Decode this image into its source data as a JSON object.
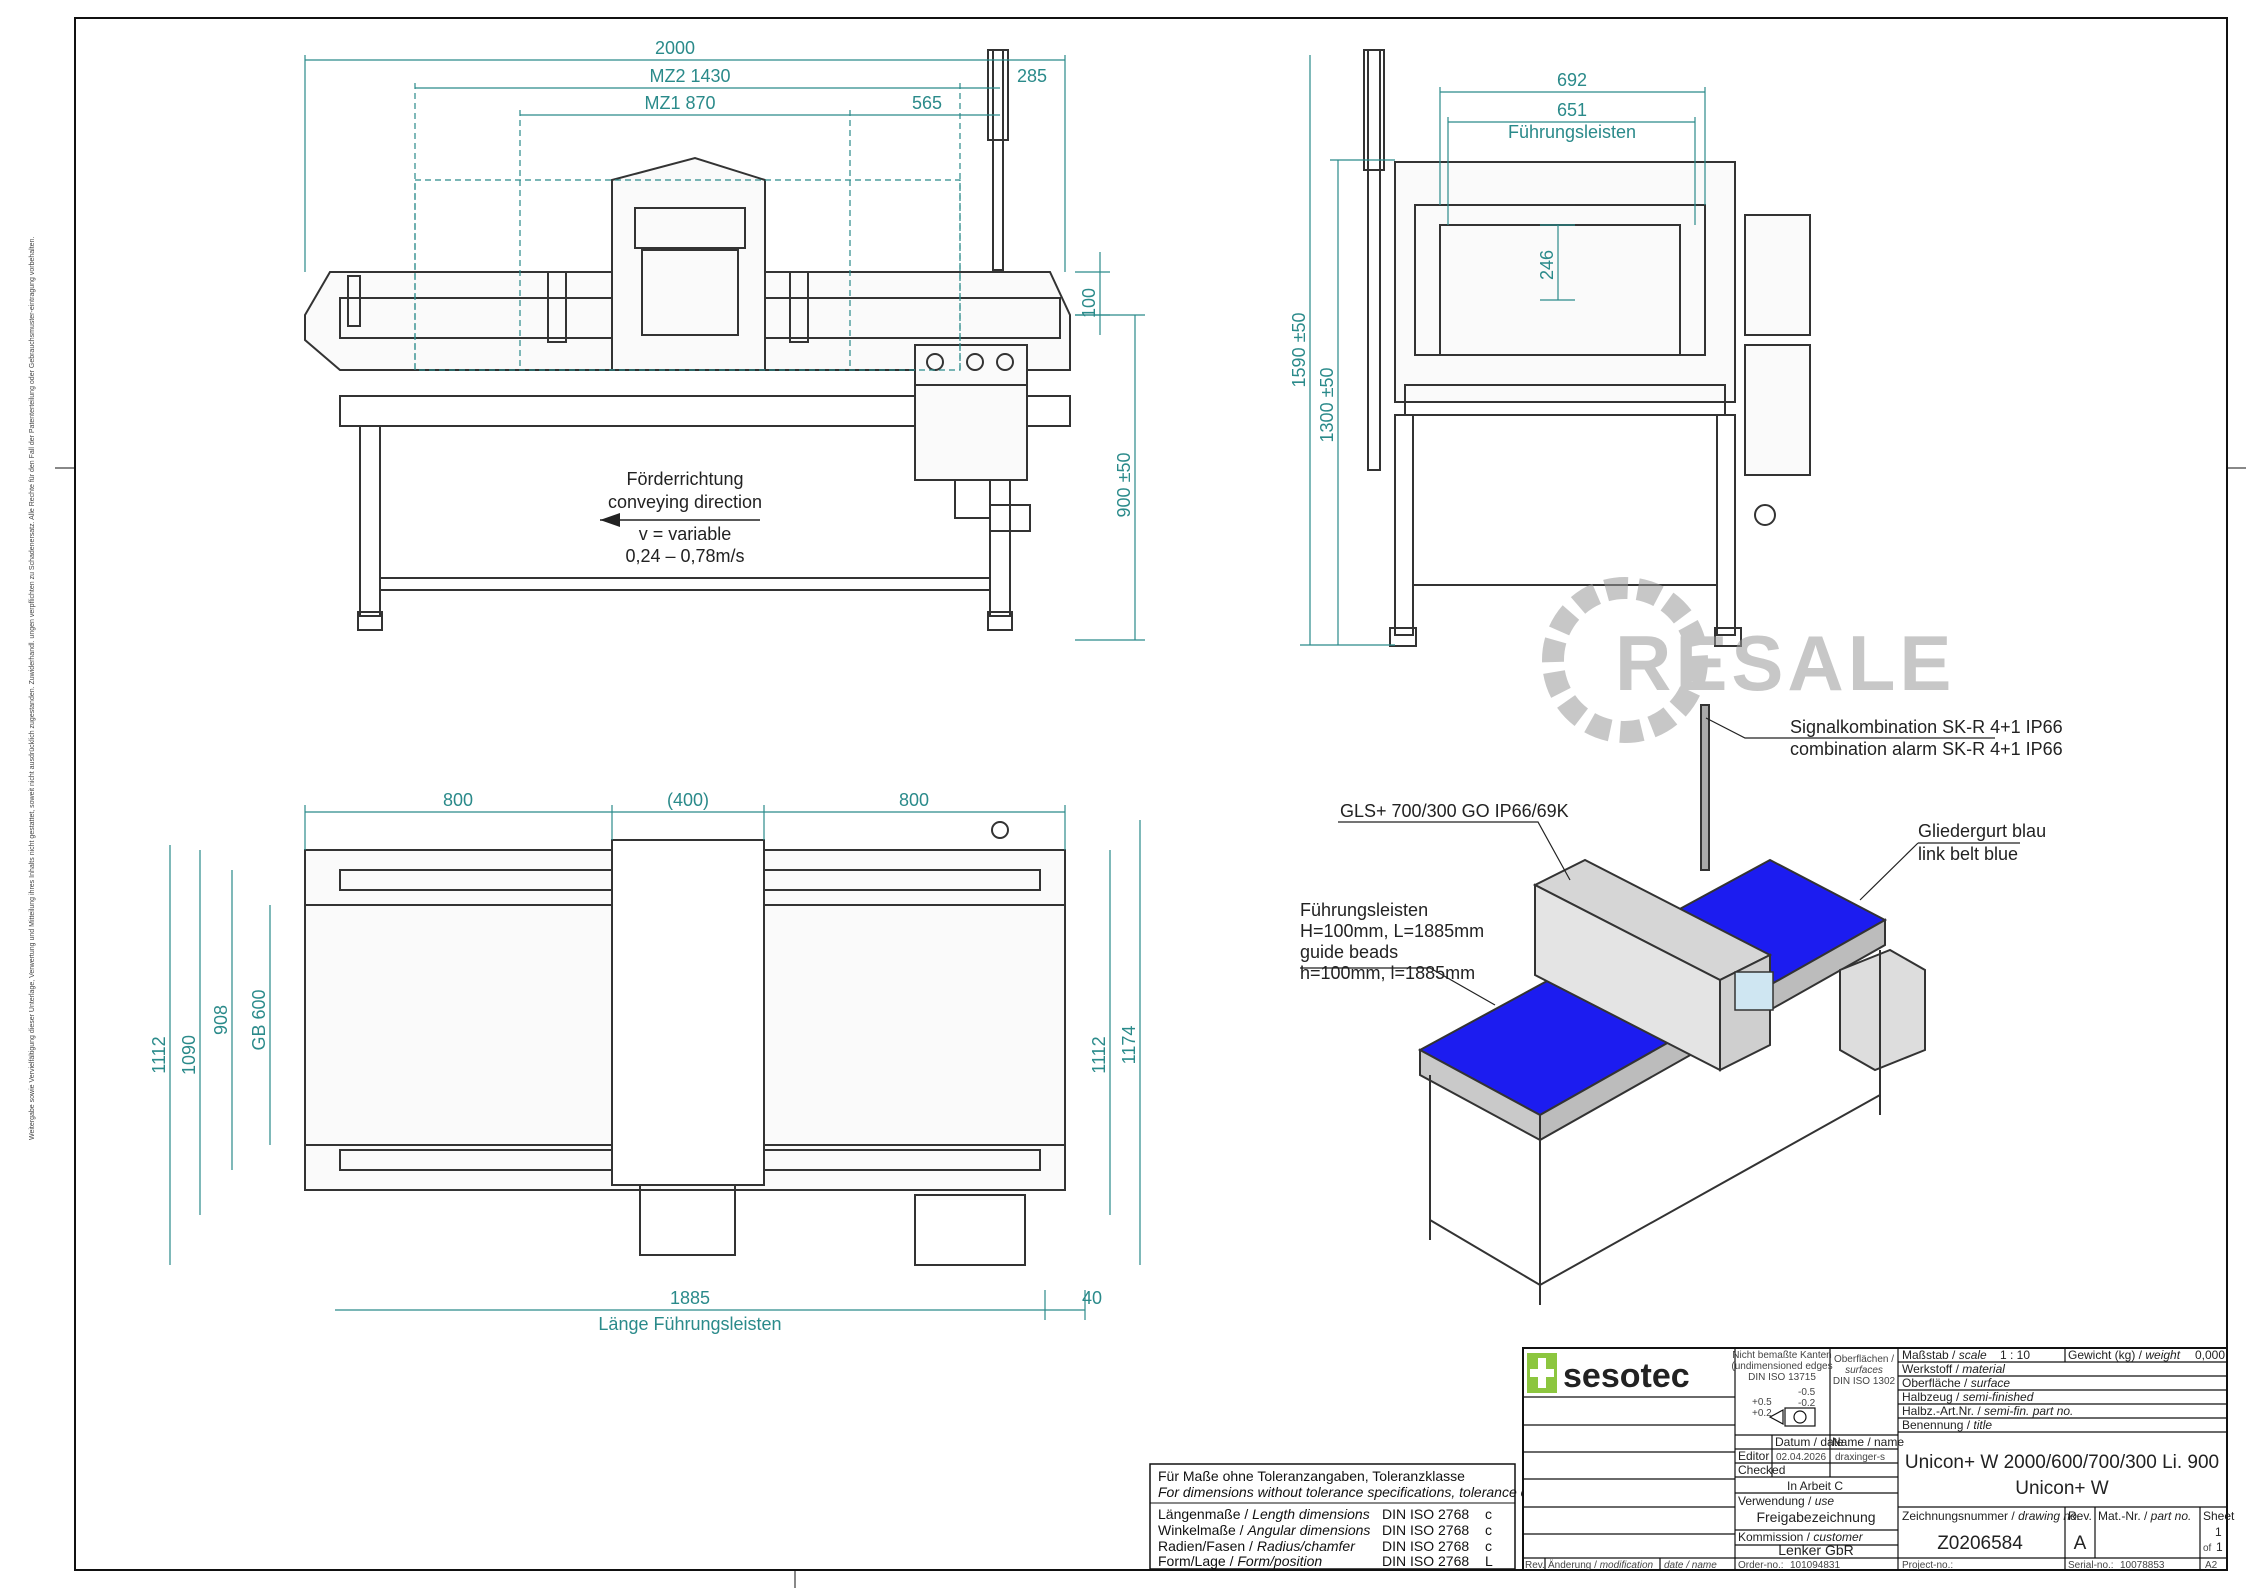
{
  "front_view": {
    "dim_total": "2000",
    "dim_mz2": "MZ2  1430",
    "dim_mz1": "MZ1  870",
    "dim_565": "565",
    "dim_285": "285",
    "dim_100": "100",
    "dim_height": "900  ±50",
    "conveying_de": "Förderrichtung",
    "conveying_en": "conveying direction",
    "speed_1": "v = variable",
    "speed_2": "0,24 – 0,78m/s"
  },
  "side_view": {
    "dim_692": "692",
    "dim_651": "651",
    "guide_label": "Führungsleisten",
    "dim_246": "246",
    "dim_1590": "1590  ±50",
    "dim_1300": "1300  ±50"
  },
  "top_view": {
    "dim_800_left": "800",
    "dim_400": "(400)",
    "dim_800_right": "800",
    "dim_1112_left": "1112",
    "dim_1090": "1090",
    "dim_908": "908",
    "dim_gb600": "GB 600",
    "dim_1112_right": "1112",
    "dim_1174": "1174",
    "dim_1885": "1885",
    "dim_40": "40",
    "length_label": "Länge Führungsleisten"
  },
  "iso_view": {
    "signal_de": "Signalkombination SK-R 4+1 IP66",
    "signal_en": "combination alarm SK-R 4+1 IP66",
    "gls": "GLS+  700/300 GO  IP66/69K",
    "belt_de": "Gliedergurt blau",
    "belt_en": "link belt blue",
    "guide_1": "Führungsleisten",
    "guide_2": "H=100mm, L=1885mm",
    "guide_3": "guide beads",
    "guide_4": "h=100mm, l=1885mm"
  },
  "watermark": "RESALE",
  "side_note": "Weitergabe sowie Vervielfältigung dieser Unterlage, Verwertung und Mitteilung ihres Inhalts nicht gestattet, soweit nicht ausdrücklich zugestanden. Zuwiderhandl. ungen verpflichten zu Schadenersatz. Alle Rechte für den Fall der Patenterteilung oder Gebrauchsmuster-eintragung vorbehalten.",
  "tolerance": {
    "title": "Für Maße ohne Toleranzangaben, Toleranzklasse",
    "subtitle": "For dimensions without tolerance specifications, tolerance class",
    "rows": [
      {
        "de": "Längenmaße / ",
        "en": "Length dimensions",
        "std": "DIN ISO 2768",
        "cls": "c"
      },
      {
        "de": "Winkelmaße / ",
        "en": "Angular dimensions",
        "std": "DIN ISO 2768",
        "cls": "c"
      },
      {
        "de": "Radien/Fasen / ",
        "en": "Radius/chamfer",
        "std": "DIN ISO 2768",
        "cls": "c"
      },
      {
        "de": "Form/Lage / ",
        "en": "Form/position",
        "std": "DIN ISO 2768",
        "cls": "L"
      }
    ]
  },
  "title_block": {
    "company": "sesotec",
    "nicht1": "Nicht bemaßte Kanten",
    "nicht2": "(undimensioned edges",
    "nicht3": "DIN ISO 13715",
    "oberfl1": "Oberflächen /",
    "oberfl2": "surfaces",
    "oberfl3": "DIN ISO 1302",
    "tol_plus": "+0.5",
    "tol_plus2": "+0.2",
    "tol_minus": "-0.5",
    "tol_minus2": "-0.2",
    "scale_label": "Maßstab / ",
    "scale_label_en": "scale",
    "scale_value": "1 : 10",
    "weight_label": "Gewicht (kg) / ",
    "weight_label_en": "weight",
    "weight_value": "0,000",
    "material": "Werkstoff / ",
    "material_en": "material",
    "surface": "Oberfläche / ",
    "surface_en": "surface",
    "semi": "Halbzeug / ",
    "semi_en": "semi-finished",
    "semi_part": "Halbz.-Art.Nr. / ",
    "semi_part_en": "semi-fin. part no.",
    "datum": "Datum / date",
    "name": "Name / name",
    "editor": "Editor",
    "editor_date": "02.04.2026",
    "editor_name": "draxinger-s",
    "checked": "Checked",
    "in_arbeit": "In Arbeit C",
    "benennung": "Benennung / ",
    "benennung_en": "title",
    "title_1": "Unicon+ W 2000/600/700/300 Li. 900",
    "title_2": "Unicon+ W",
    "verwendung": "Verwendung / ",
    "verwendung_en": "use",
    "freigabe": "Freigabezeichnung",
    "kommission": "Kommission / ",
    "kommission_en": "customer",
    "customer": "Lenker GbR",
    "drawing_no_label": "Zeichnungsnummer / ",
    "drawing_no_label_en": "drawing no.",
    "drawing_no": "Z0206584",
    "rev_label": "Rev.",
    "rev": "A",
    "mat_no_label": "Mat.-Nr. / ",
    "mat_no_label_en": "part no.",
    "sheet_label": "Sheet",
    "sheet_no": "1",
    "sheet_of": "of",
    "sheet_total": "1",
    "rev_col": "Rev.",
    "change_col": "Änderung / ",
    "change_col_en": "modification",
    "date_col": "date / name",
    "order_label": "Order-no.:",
    "order_no": "101094831",
    "project_label": "Project-no.:",
    "serial_label": "Serial-no.:",
    "serial_no": "10078853",
    "format": "A2"
  },
  "colors": {
    "dimension": "#2a8a8a",
    "belt": "#1c1cf0",
    "line": "#222222"
  }
}
